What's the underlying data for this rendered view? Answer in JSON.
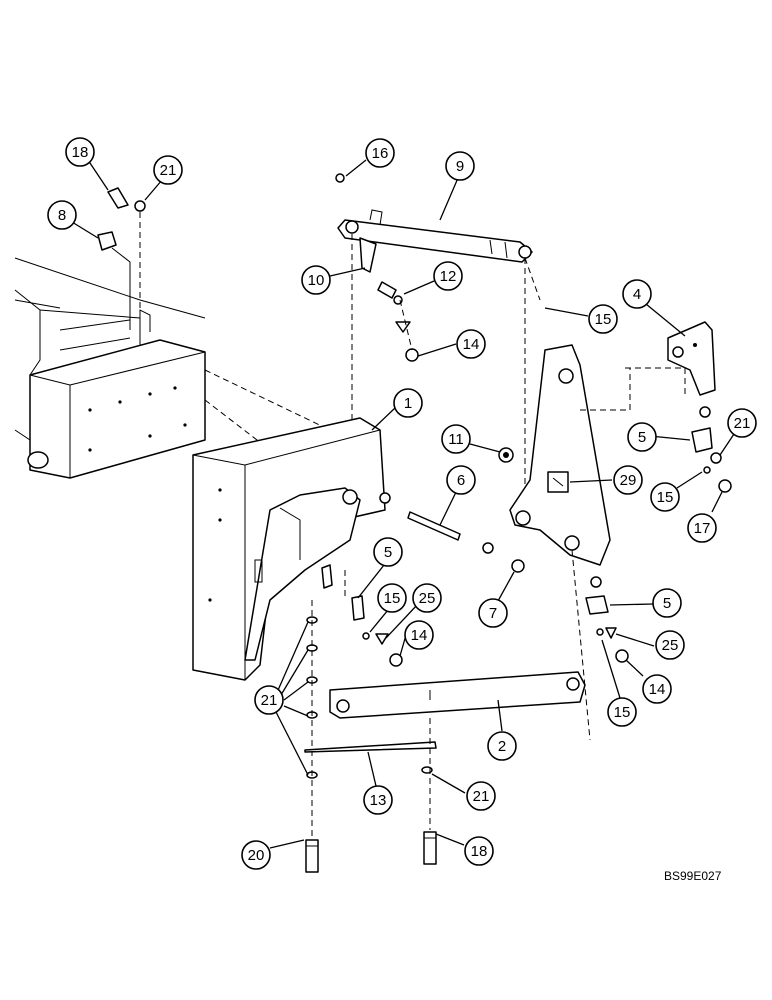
{
  "reference_code": "BS99E027",
  "callouts": [
    {
      "id": "c18a",
      "label": "18"
    },
    {
      "id": "c21a",
      "label": "21"
    },
    {
      "id": "c8",
      "label": "8"
    },
    {
      "id": "c16",
      "label": "16"
    },
    {
      "id": "c9",
      "label": "9"
    },
    {
      "id": "c10",
      "label": "10"
    },
    {
      "id": "c12",
      "label": "12"
    },
    {
      "id": "c15a",
      "label": "15"
    },
    {
      "id": "c4",
      "label": "4"
    },
    {
      "id": "c14a",
      "label": "14"
    },
    {
      "id": "c1",
      "label": "1"
    },
    {
      "id": "c11",
      "label": "11"
    },
    {
      "id": "c5a",
      "label": "5"
    },
    {
      "id": "c21b",
      "label": "21"
    },
    {
      "id": "c6",
      "label": "6"
    },
    {
      "id": "c29",
      "label": "29"
    },
    {
      "id": "c15b",
      "label": "15"
    },
    {
      "id": "c17",
      "label": "17"
    },
    {
      "id": "c5b",
      "label": "5"
    },
    {
      "id": "c15c",
      "label": "15"
    },
    {
      "id": "c25a",
      "label": "25"
    },
    {
      "id": "c7",
      "label": "7"
    },
    {
      "id": "c14b",
      "label": "14"
    },
    {
      "id": "c5c",
      "label": "5"
    },
    {
      "id": "c25b",
      "label": "25"
    },
    {
      "id": "c21c",
      "label": "21"
    },
    {
      "id": "c14c",
      "label": "14"
    },
    {
      "id": "c15d",
      "label": "15"
    },
    {
      "id": "c2",
      "label": "2"
    },
    {
      "id": "c13",
      "label": "13"
    },
    {
      "id": "c21d",
      "label": "21"
    },
    {
      "id": "c20",
      "label": "20"
    },
    {
      "id": "c18b",
      "label": "18"
    }
  ]
}
